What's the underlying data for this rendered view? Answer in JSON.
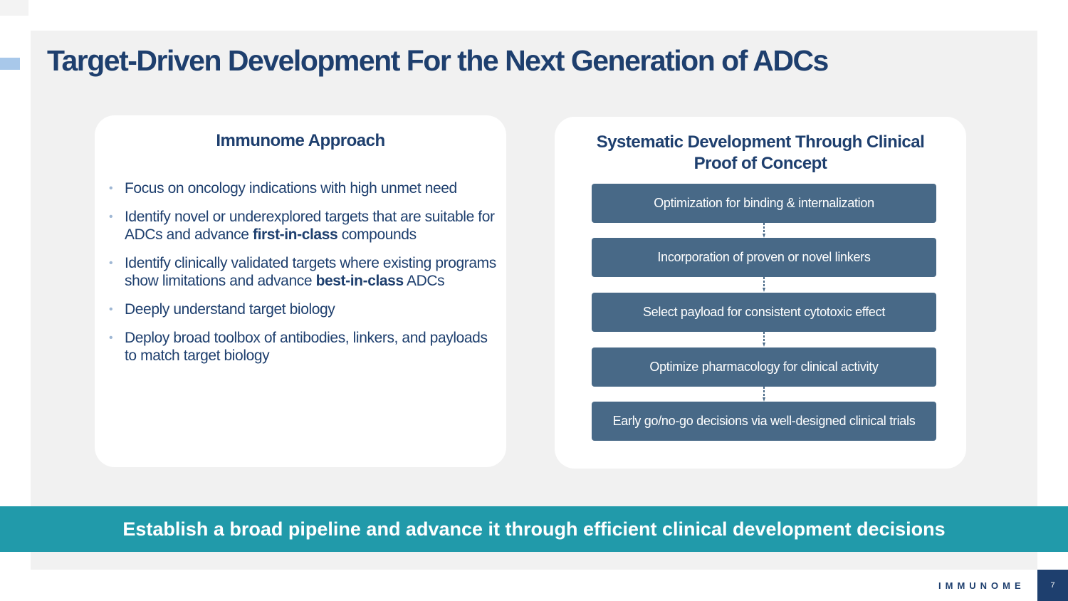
{
  "title": "Target-Driven Development For the Next Generation of ADCs",
  "left_card": {
    "heading": "Immunome Approach",
    "bullets": [
      {
        "pre": "Focus on oncology indications with high unmet need",
        "bold": "",
        "post": ""
      },
      {
        "pre": "Identify novel or underexplored targets that are suitable for ADCs and advance ",
        "bold": "first-in-class",
        "post": " compounds"
      },
      {
        "pre": "Identify clinically validated targets where existing programs show limitations and advance ",
        "bold": "best-in-class",
        "post": " ADCs"
      },
      {
        "pre": "Deeply understand target biology",
        "bold": "",
        "post": ""
      },
      {
        "pre": "Deploy broad toolbox of antibodies, linkers, and payloads to match target biology",
        "bold": "",
        "post": ""
      }
    ]
  },
  "right_card": {
    "heading": "Systematic Development Through Clinical Proof of Concept",
    "steps": [
      "Optimization for binding & internalization",
      "Incorporation of proven or novel linkers",
      "Select payload for consistent cytotoxic effect",
      "Optimize pharmacology for clinical activity",
      "Early go/no-go decisions via well-designed clinical trials"
    ]
  },
  "banner": "Establish a broad pipeline and advance it through efficient clinical development decisions",
  "footer": {
    "logo": "IMMUNOME",
    "page_number": "7"
  },
  "colors": {
    "navy": "#1e3f6e",
    "step_fill": "#486987",
    "banner_teal": "#219aaa",
    "panel_gray": "#f1f1f1",
    "accent_light_blue": "#a8c8ea"
  }
}
